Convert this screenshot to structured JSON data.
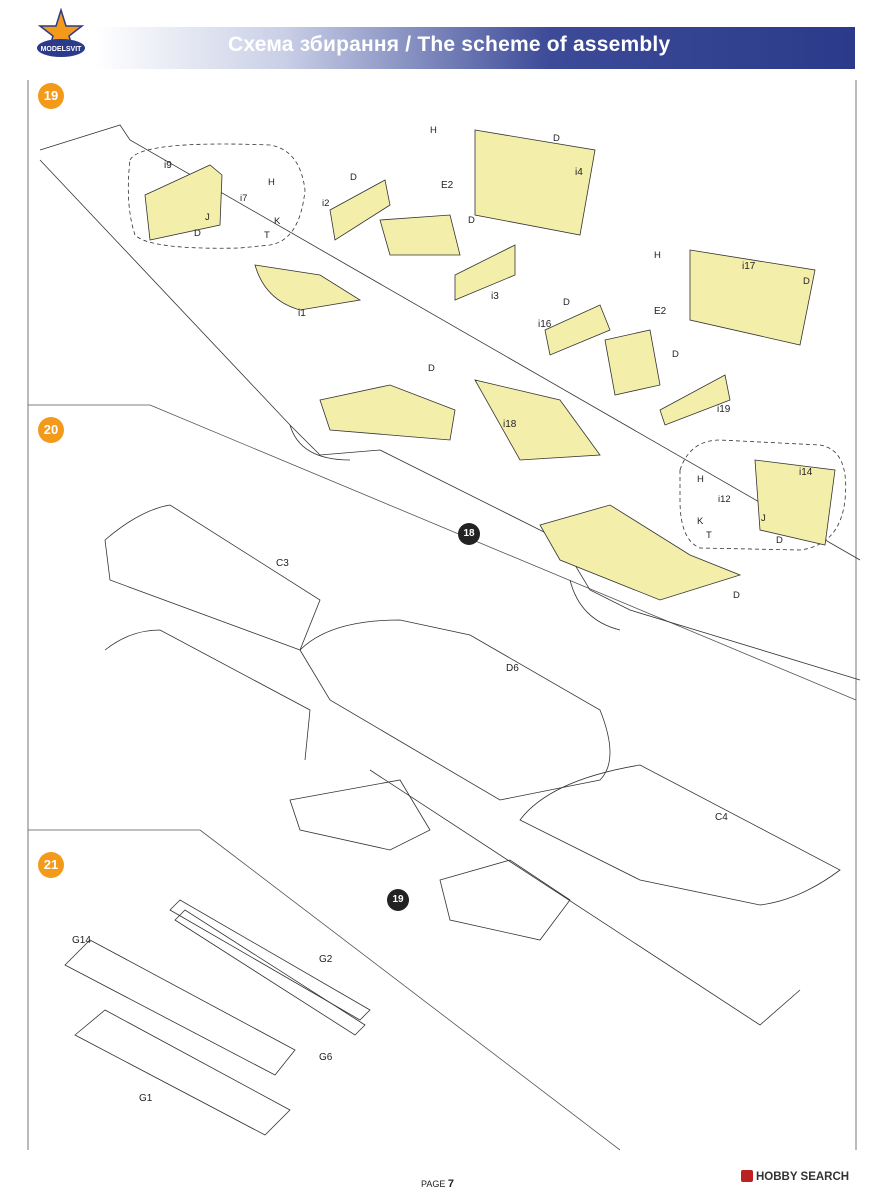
{
  "header": {
    "title": "Схема збирання / The scheme of assembly",
    "logo_text": "MODELSVIT"
  },
  "steps": {
    "s19": "19",
    "s20": "20",
    "s21": "21"
  },
  "refs": {
    "r18": "18",
    "r19": "19"
  },
  "parts": {
    "i9": "i9",
    "i7": "i7",
    "H1": "H",
    "J1": "J",
    "K1": "K",
    "T1": "T",
    "D1": "D",
    "i2": "i2",
    "D2": "D",
    "H2": "H",
    "E2a": "E2",
    "D3": "D",
    "i4": "i4",
    "D4": "D",
    "i1": "i1",
    "i3": "i3",
    "H3": "H",
    "i17": "i17",
    "D5": "D",
    "E2b": "E2",
    "i16": "i16",
    "D6": "D",
    "D7": "D",
    "i19": "i19",
    "D8": "D",
    "i18": "i18",
    "i14": "i14",
    "H4": "H",
    "i12": "i12",
    "J2": "J",
    "K2": "K",
    "T2": "T",
    "D9": "D",
    "D10": "D",
    "C3": "C3",
    "D6part": "D6",
    "C4": "C4",
    "G14": "G14",
    "G2": "G2",
    "G6": "G6",
    "G1": "G1"
  },
  "footer": {
    "page_label": "PAGE",
    "page_number": "7",
    "watermark": "HOBBY SEARCH"
  },
  "colors": {
    "accent": "#f39a1b",
    "header": "#2b3a8a",
    "part_fill": "#f3eeaa"
  }
}
